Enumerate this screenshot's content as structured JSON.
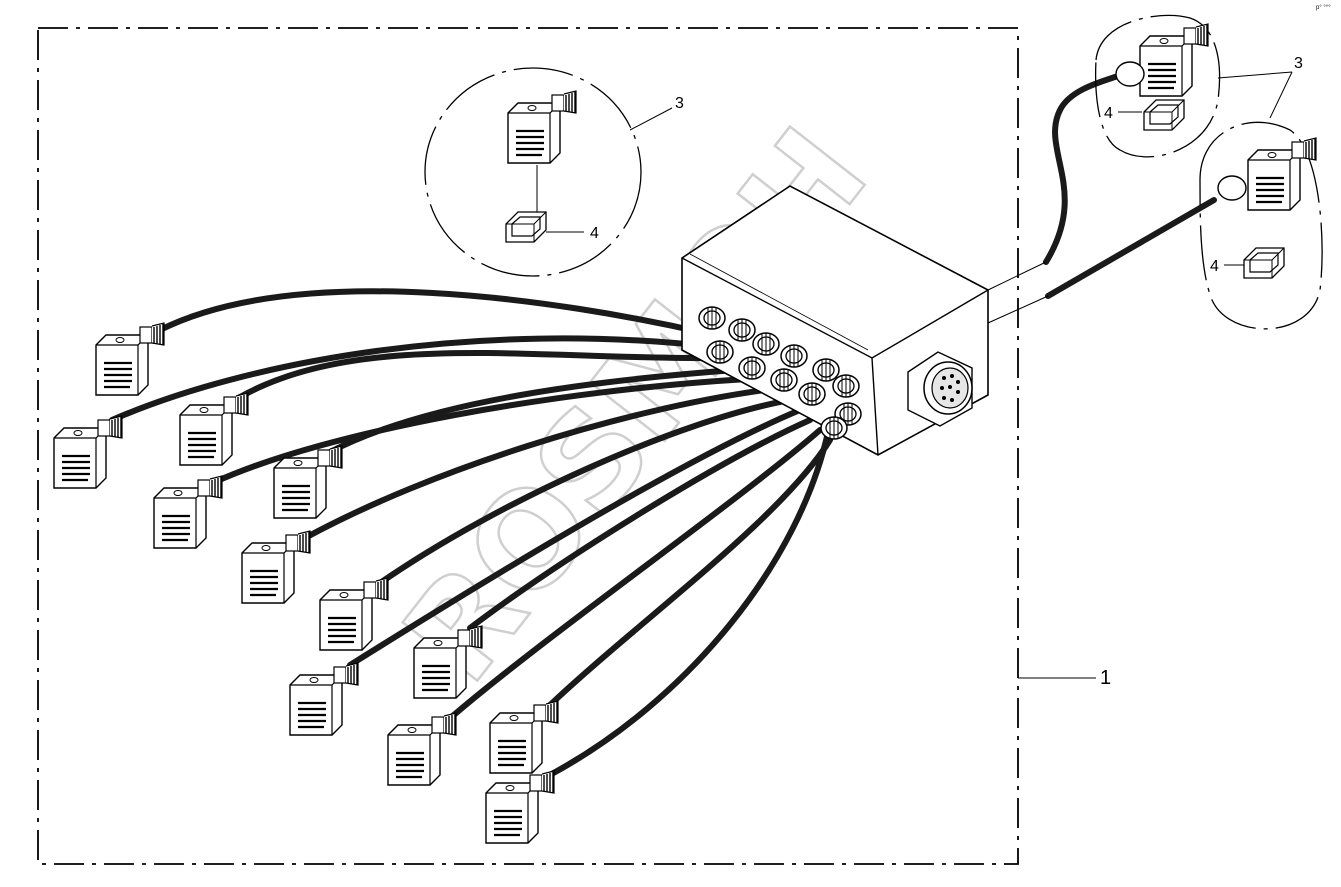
{
  "callouts": {
    "assembly": "1",
    "connector_detail_top": "3",
    "seal_detail_top": "4",
    "connector_detail_right": "3",
    "seal_detail_right_a": "4",
    "seal_detail_right_b": "4"
  },
  "watermark": "ROSMOH",
  "corner_ref": "p° °°°",
  "colors": {
    "ink": "#000000",
    "cable": "#1a1a1a",
    "watermark": "#cfcfcf",
    "paper": "#ffffff"
  }
}
